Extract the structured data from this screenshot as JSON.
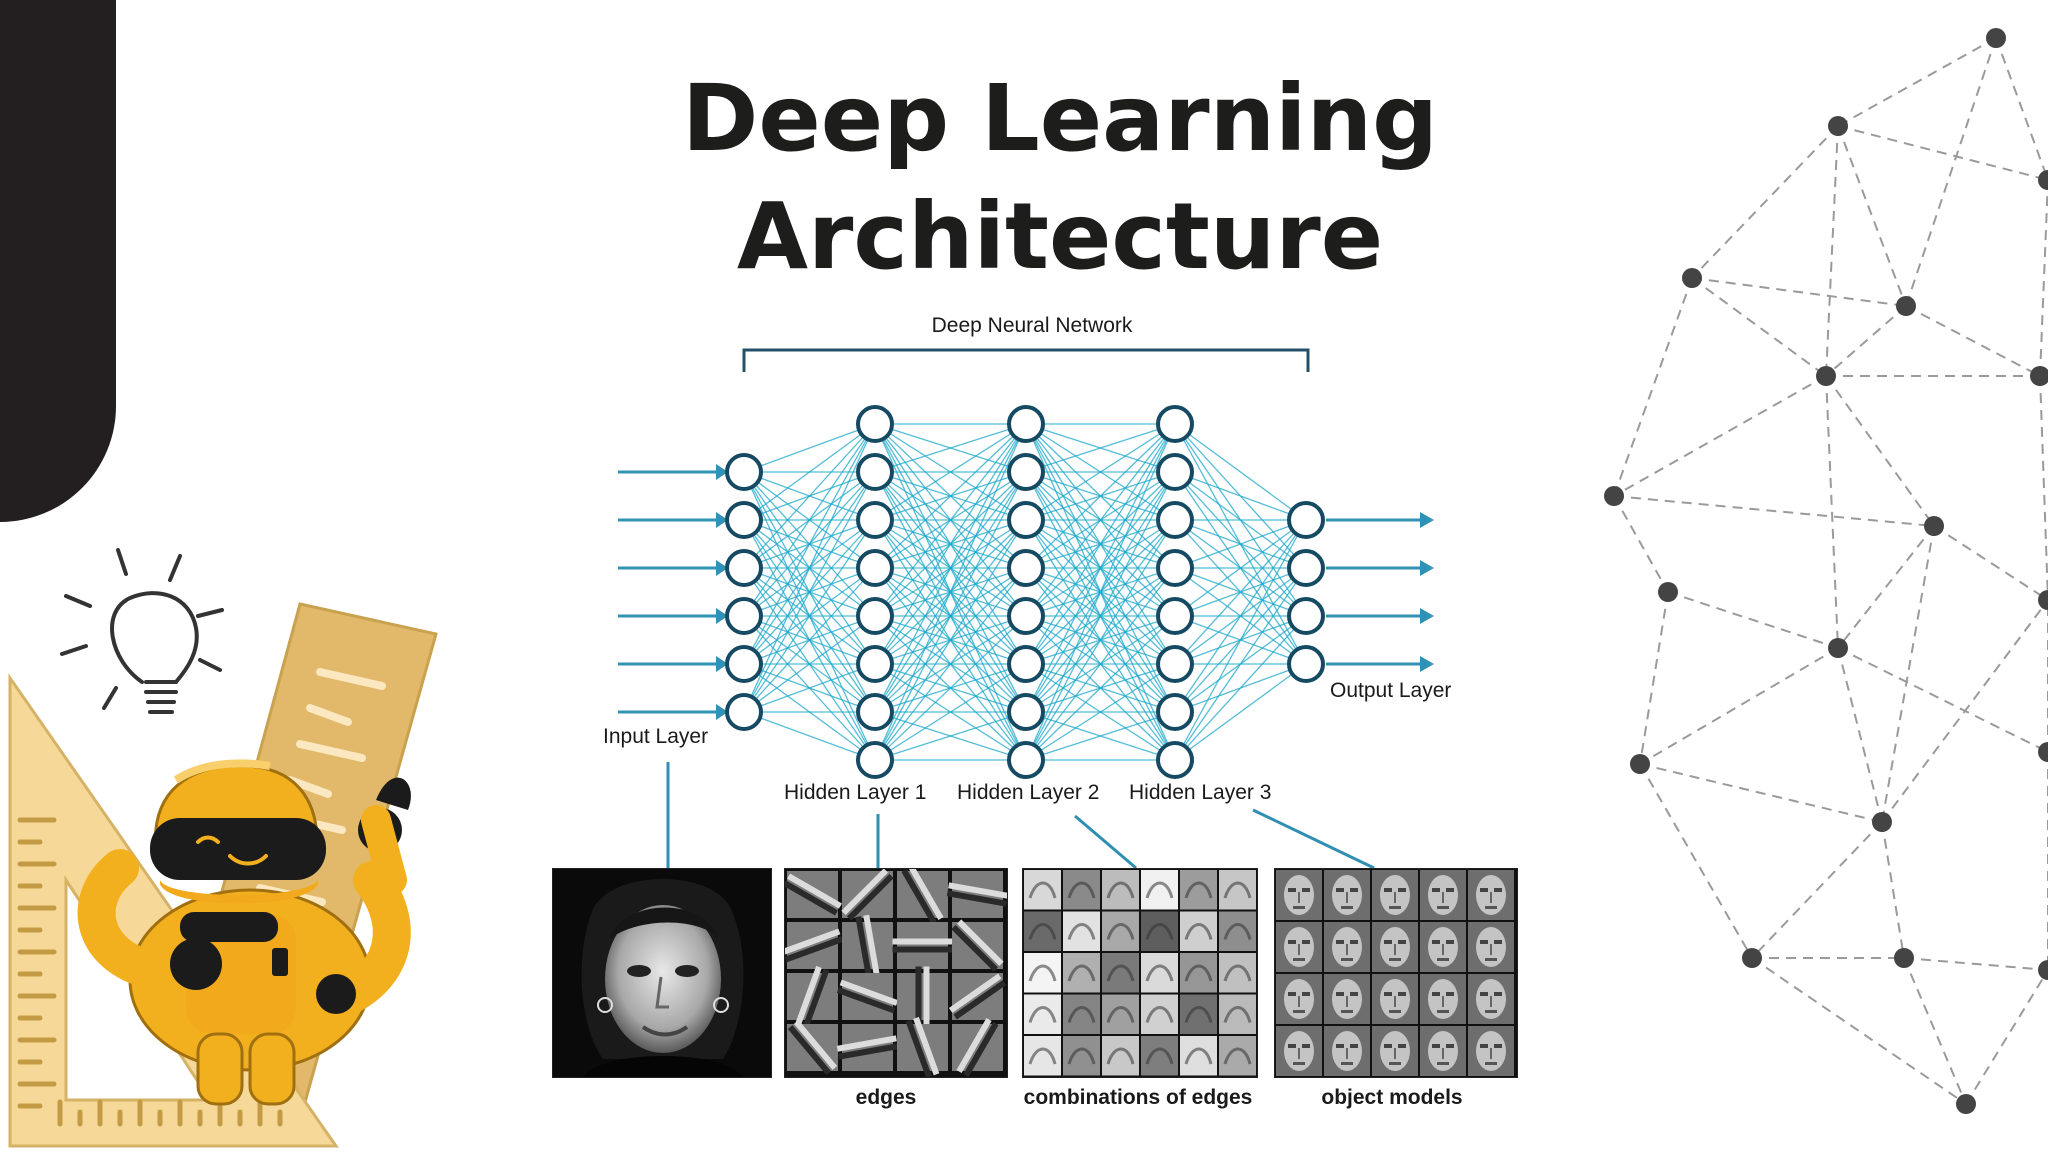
{
  "slide": {
    "title_line1": "Deep Learning",
    "title_line2": "Architecture"
  },
  "diagram": {
    "network_label": "Deep Neural Network",
    "input_label": "Input Layer",
    "hidden1_label": "Hidden Layer 1",
    "hidden2_label": "Hidden Layer 2",
    "hidden3_label": "Hidden Layer 3",
    "output_label": "Output Layer",
    "layers": [
      {
        "name": "input",
        "neurons": 6
      },
      {
        "name": "hidden-1",
        "neurons": 8
      },
      {
        "name": "hidden-2",
        "neurons": 8
      },
      {
        "name": "hidden-3",
        "neurons": 8
      },
      {
        "name": "output",
        "neurons": 4
      }
    ],
    "panels": [
      {
        "kind": "face-photo",
        "caption": ""
      },
      {
        "kind": "edge-filters",
        "caption": "edges"
      },
      {
        "kind": "edge-combinations",
        "caption": "combinations of edges"
      },
      {
        "kind": "object-models",
        "caption": "object models"
      }
    ]
  },
  "colors": {
    "corner": "#231f20",
    "title": "#1d1d1b",
    "edges": "#1aa7c9",
    "neuron_stroke": "#164a63",
    "arrows": "#2f93b5",
    "robot_yellow": "#f2b01e",
    "ruler": "#e2b86a",
    "mesh_node": "#444444"
  }
}
